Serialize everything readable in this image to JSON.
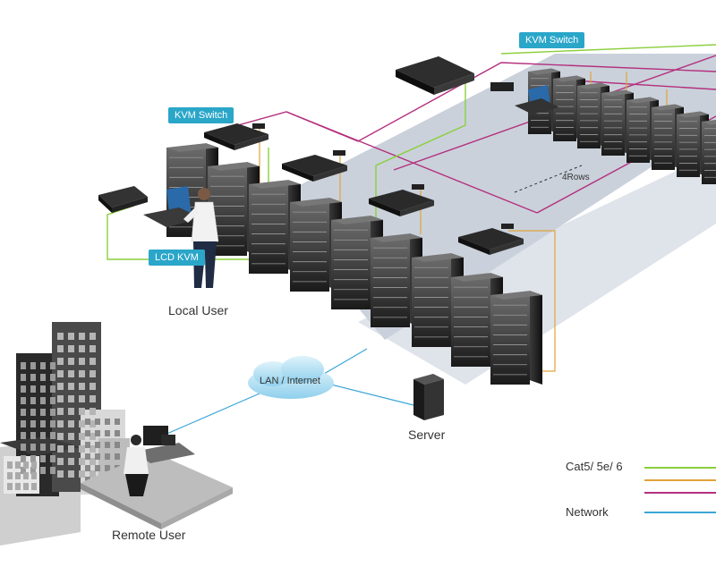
{
  "labels": {
    "kvm_switch_top": "KVM Switch",
    "kvm_switch_left": "KVM Switch",
    "lcd_kvm": "LCD KVM",
    "local_user": "Local User",
    "remote_user": "Remote User",
    "lan_internet": "LAN / Internet",
    "server": "Server",
    "rows": "4Rows"
  },
  "legend": {
    "cat_label": "Cat5/ 5e/ 6",
    "network_label": "Network",
    "colors": {
      "green": "#8ccf3d",
      "orange": "#e0a43a",
      "purple": "#b4307e",
      "blue": "#3aa6d6"
    }
  }
}
